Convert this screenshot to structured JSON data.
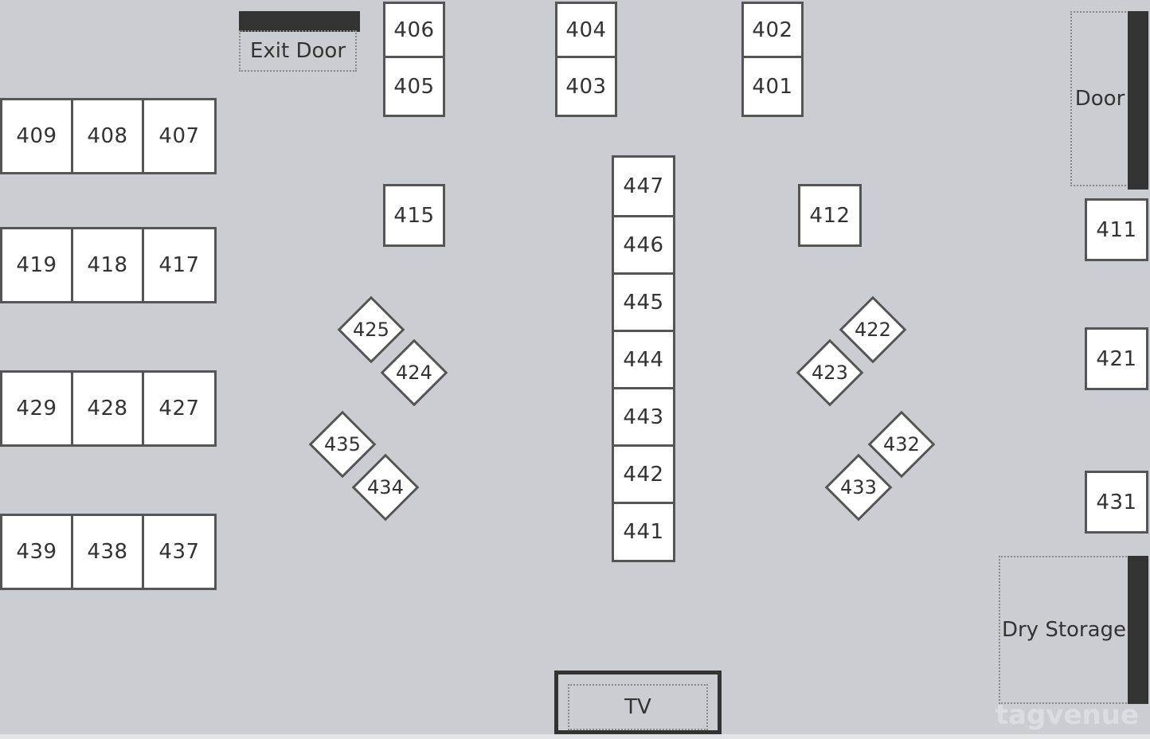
{
  "labels": {
    "exit_door": "Exit Door",
    "door": "Door",
    "dry_storage": "Dry Storage",
    "tv": "TV",
    "watermark": "tagvenue"
  },
  "tables": {
    "t406": "406",
    "t405": "405",
    "t404": "404",
    "t403": "403",
    "t402": "402",
    "t401": "401",
    "t409": "409",
    "t408": "408",
    "t407": "407",
    "t419": "419",
    "t418": "418",
    "t417": "417",
    "t429": "429",
    "t428": "428",
    "t427": "427",
    "t439": "439",
    "t438": "438",
    "t437": "437",
    "t415": "415",
    "t412": "412",
    "t411": "411",
    "t421": "421",
    "t431": "431",
    "t447": "447",
    "t446": "446",
    "t445": "445",
    "t444": "444",
    "t443": "443",
    "t442": "442",
    "t441": "441",
    "t425": "425",
    "t424": "424",
    "t435": "435",
    "t434": "434",
    "t422": "422",
    "t423": "423",
    "t432": "432",
    "t433": "433"
  },
  "colors": {
    "floor": "#cccdd3",
    "table": "#ffffff",
    "border": "#555555",
    "wall": "#333333"
  }
}
